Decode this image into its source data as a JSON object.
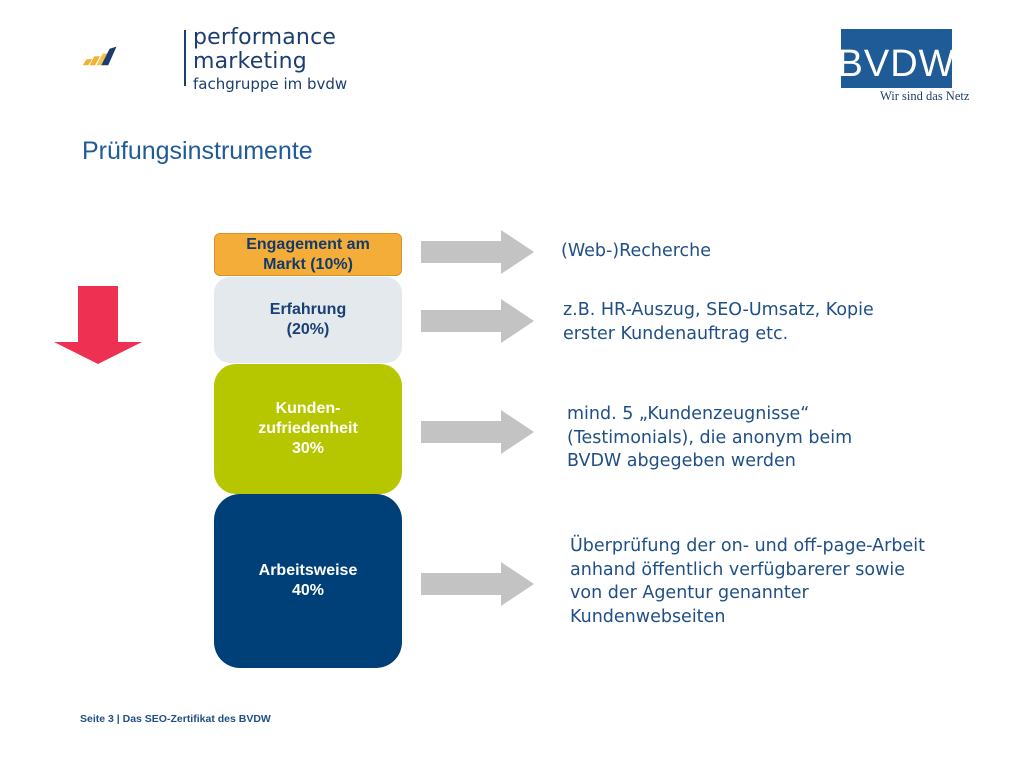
{
  "header": {
    "logo_line1": "performance",
    "logo_line2": "marketing",
    "logo_line3": "fachgruppe im bvdw",
    "bvdw_name": "BVDW",
    "bvdw_tagline": "Wir sind das Netz"
  },
  "title": "Prüfungsinstrumente",
  "blocks": [
    {
      "label": "Engagement am\nMarkt (10%)",
      "color": "#f5ad3a"
    },
    {
      "label": "Erfahrung\n(20%)",
      "color": "#e4e9ee"
    },
    {
      "label": "Kunden-\nzufriedenheit\n30%",
      "color": "#b6c700"
    },
    {
      "label": "Arbeitsweise\n40%",
      "color": "#004079"
    }
  ],
  "descriptions": [
    "(Web-)Recherche",
    "z.B. HR-Auszug, SEO-Umsatz, Kopie\nerster Kundenauftrag etc.",
    "mind. 5 „Kundenzeugnisse“\n(Testimonials),  die anonym beim\nBVDW abgegeben werden",
    "Überprüfung der on- und off-page-Arbeit\nanhand öffentlich verfügbarerer sowie\nvon der Agentur genannter\nKundenwebseiten"
  ],
  "colors": {
    "arrow_gray": "#c3c3c3",
    "down_arrow": "#ee3152",
    "text_blue": "#1f4f86"
  },
  "footer": "Seite 3 | Das SEO-Zertifikat des BVDW"
}
